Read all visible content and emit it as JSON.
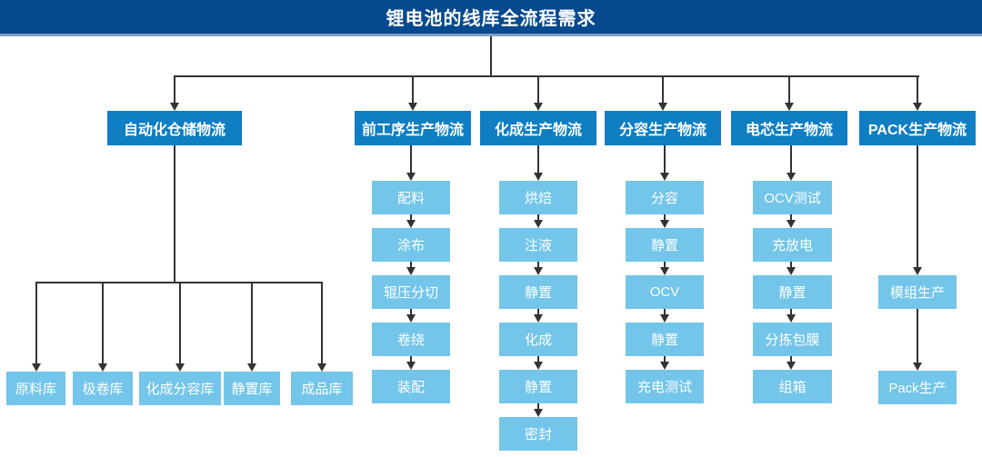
{
  "title": "锂电池的线库全流程需求",
  "colors": {
    "title_bar": "#05498e",
    "title_bar_border": "#7f9fc7",
    "category_box": "#0f7ec3",
    "item_box": "#73c5ea",
    "connector_line": "#333333",
    "text": "#ffffff",
    "background": "#ffffff"
  },
  "categories": [
    {
      "label": "自动化仓储物流",
      "items": [
        "原料库",
        "极卷库",
        "化成分容库",
        "静置库",
        "成品库"
      ]
    },
    {
      "label": "前工序生产物流",
      "items": [
        "配料",
        "涂布",
        "辊压分切",
        "卷绕",
        "装配"
      ]
    },
    {
      "label": "化成生产物流",
      "items": [
        "烘焙",
        "注液",
        "静置",
        "化成",
        "静置",
        "密封"
      ]
    },
    {
      "label": "分容生产物流",
      "items": [
        "分容",
        "静置",
        "OCV",
        "静置",
        "充电测试"
      ]
    },
    {
      "label": "电芯生产物流",
      "items": [
        "OCV测试",
        "充放电",
        "静置",
        "分拣包膜",
        "组箱"
      ]
    },
    {
      "label": "PACK生产物流",
      "items": [
        "模组生产",
        "Pack生产"
      ]
    }
  ]
}
